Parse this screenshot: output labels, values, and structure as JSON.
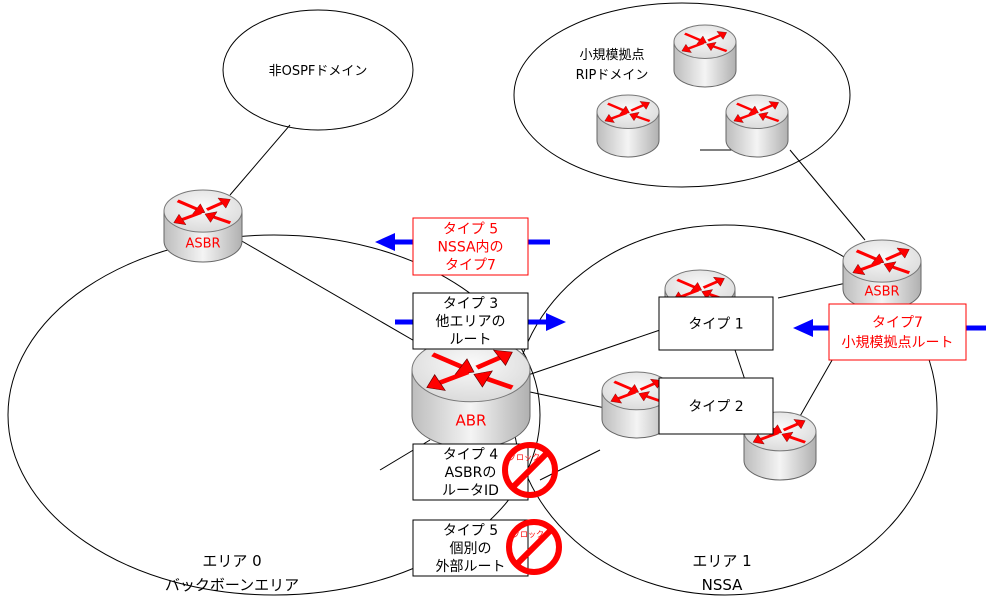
{
  "domains": {
    "non_ospf": "非OSPFドメイン",
    "rip": [
      "小規模拠点",
      "RIPドメイン"
    ]
  },
  "routers": {
    "asbr_left": "ASBR",
    "abr": "ABR",
    "asbr_right": "ASBR"
  },
  "boxes": {
    "type5_nssa": [
      "タイプ 5",
      "NSSA内の",
      "タイプ7"
    ],
    "type3": [
      "タイプ 3",
      "他エリアの",
      "ルート"
    ],
    "type1": [
      "タイプ 1"
    ],
    "type2": [
      "タイプ 2"
    ],
    "type7": [
      "タイプ7",
      "小規模拠点ルート"
    ],
    "type4": [
      "タイプ 4",
      "ASBRの",
      "ルータID"
    ],
    "type5_external": [
      "タイプ 5",
      "個別の",
      "外部ルート"
    ]
  },
  "block_label": "ブロック",
  "areas": {
    "area0": [
      "エリア 0",
      "バックボーンエリア"
    ],
    "area1": [
      "エリア 1",
      "NSSA"
    ]
  },
  "colors": {
    "red": "#ff0000",
    "arrow": "#0000ff"
  }
}
